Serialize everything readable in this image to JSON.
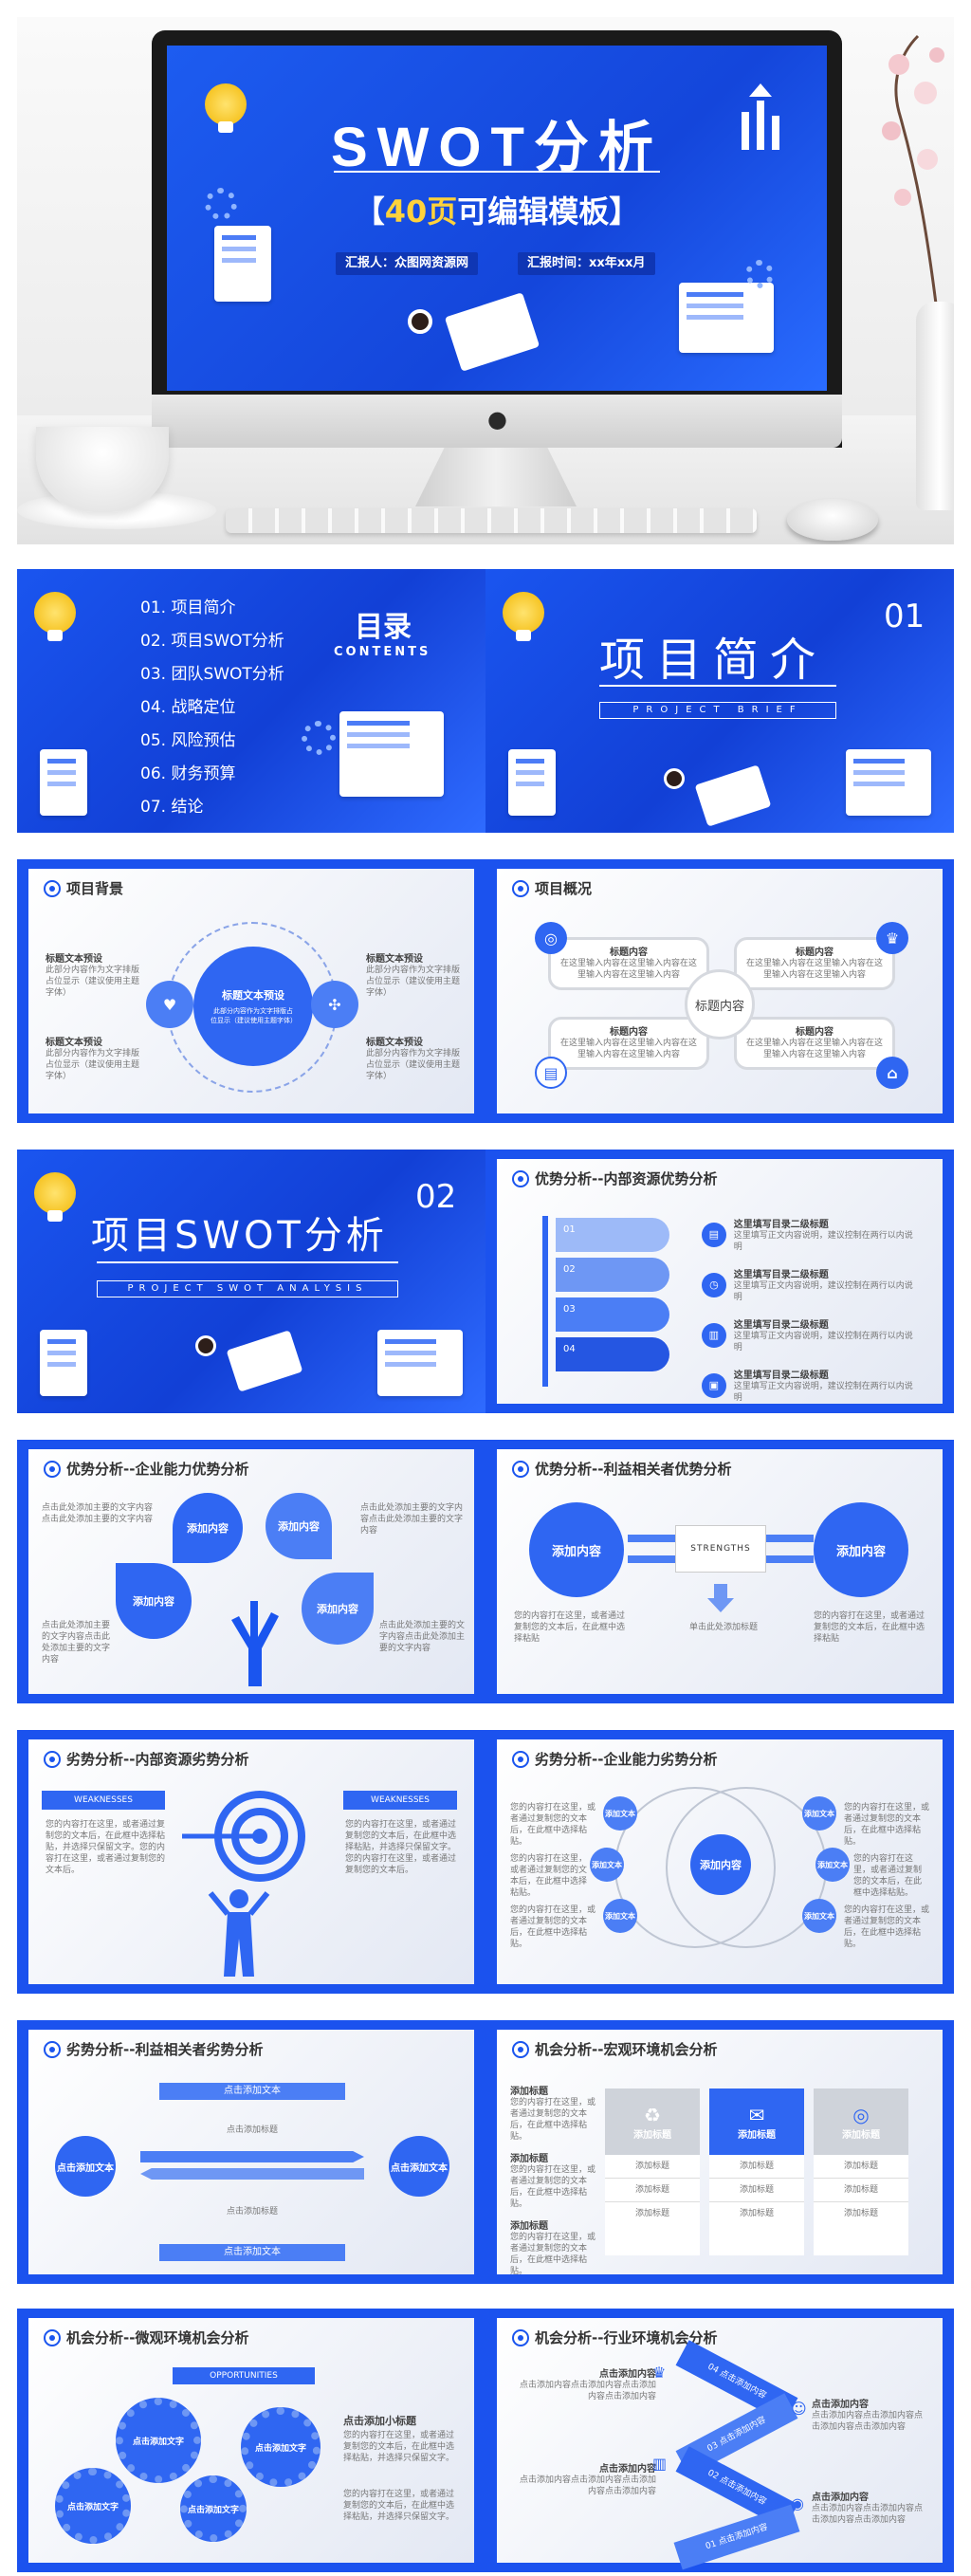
{
  "hero": {
    "title": "SWOT分析",
    "sub_prefix": "【",
    "sub_num": "40页",
    "sub_suffix": "可编辑模板】",
    "reporter": "汇报人：众图网资源网",
    "report_time": "汇报时间：xx年xx月"
  },
  "toc": {
    "items": [
      "01. 项目简介",
      "02. 项目SWOT分析",
      "03. 团队SWOT分析",
      "04. 战略定位",
      "05. 风险预估",
      "06. 财务预算",
      "07. 结论"
    ],
    "title": "目录",
    "subtitle": "CONTENTS"
  },
  "section1": {
    "num": "01",
    "title": "项目简介",
    "en": "PROJECT BRIEF"
  },
  "section2": {
    "num": "02",
    "title": "项目SWOT分析",
    "en": "PROJECT SWOT ANALYSIS"
  },
  "s_background": {
    "title": "项目背景",
    "center": "标题文本预设",
    "center_text": "此部分内容作为文字排版占位显示（建议使用主题字体）",
    "blocks": [
      {
        "head": "标题文本预设",
        "text": "此部分内容作为文字排版占位显示（建议使用主题字体）"
      },
      {
        "head": "标题文本预设",
        "text": "此部分内容作为文字排版占位显示（建议使用主题字体）"
      },
      {
        "head": "标题文本预设",
        "text": "此部分内容作为文字排版占位显示（建议使用主题字体）"
      },
      {
        "head": "标题文本预设",
        "text": "此部分内容作为文字排版占位显示（建议使用主题字体）"
      }
    ]
  },
  "s_overview": {
    "title": "项目概况",
    "center": "标题内容",
    "cards": [
      {
        "head": "标题内容",
        "text": "在这里输入内容在这里输入内容在这里输入内容在这里输入内容"
      },
      {
        "head": "标题内容",
        "text": "在这里输入内容在这里输入内容在这里输入内容在这里输入内容"
      },
      {
        "head": "标题内容",
        "text": "在这里输入内容在这里输入内容在这里输入内容在这里输入内容"
      },
      {
        "head": "标题内容",
        "text": "在这里输入内容在这里输入内容在这里输入内容在这里输入内容"
      }
    ]
  },
  "s_strength_internal": {
    "title": "优势分析--内部资源优势分析",
    "steps": [
      "01",
      "02",
      "03",
      "04"
    ],
    "items": [
      {
        "head": "这里填写目录二级标题",
        "text": "这里填写正文内容说明，建议控制在两行以内说明"
      },
      {
        "head": "这里填写目录二级标题",
        "text": "这里填写正文内容说明，建议控制在两行以内说明"
      },
      {
        "head": "这里填写目录二级标题",
        "text": "这里填写正文内容说明，建议控制在两行以内说明"
      },
      {
        "head": "这里填写目录二级标题",
        "text": "这里填写正文内容说明，建议控制在两行以内说明"
      }
    ]
  },
  "s_strength_ability": {
    "title": "优势分析--企业能力优势分析",
    "leaves": [
      "添加内容",
      "添加内容",
      "添加内容",
      "添加内容"
    ],
    "note": "点击此处添加主要的文字内容点击此处添加主要的文字内容"
  },
  "s_strength_stake": {
    "title": "优势分析--利益相关者优势分析",
    "left": "添加内容",
    "right": "添加内容",
    "middle": "STRENGTHS",
    "note": "单击此处添加标题",
    "text": "您的内容打在这里，或者通过复制您的文本后，在此框中选择粘贴"
  },
  "s_weak_internal": {
    "title": "劣势分析--内部资源劣势分析",
    "tag": "WEAKNESSES",
    "text": "您的内容打在这里，或者通过复制您的文本后，在此框中选择粘贴，并选择只保留文字。您的内容打在这里，或者通过复制您的文本后。"
  },
  "s_weak_ability": {
    "title": "劣势分析--企业能力劣势分析",
    "center": "添加内容",
    "nodes": [
      "添加文本",
      "添加文本",
      "添加文本",
      "添加文本",
      "添加文本",
      "添加文本"
    ],
    "text": "您的内容打在这里，或者通过复制您的文本后，在此框中选择粘贴。"
  },
  "s_weak_stake": {
    "title": "劣势分析--利益相关者劣势分析",
    "top": "点击添加文本",
    "bottom": "点击添加文本",
    "left": "点击添加文本",
    "right": "点击添加文本",
    "note": "点击添加标题"
  },
  "s_opp_macro": {
    "title": "机会分析--宏观环境机会分析",
    "side_head": "添加标题",
    "side_text": "您的内容打在这里，或者通过复制您的文本后，在此框中选择粘贴。",
    "cols": [
      {
        "head": "添加标题",
        "rows": [
          "添加标题",
          "添加标题",
          "添加标题"
        ]
      },
      {
        "head": "添加标题",
        "rows": [
          "添加标题",
          "添加标题",
          "添加标题"
        ]
      },
      {
        "head": "添加标题",
        "rows": [
          "添加标题",
          "添加标题",
          "添加标题"
        ]
      }
    ]
  },
  "s_opp_micro": {
    "title": "机会分析--微观环境机会分析",
    "tag": "OPPORTUNITIES",
    "gears": [
      "点击添加文字",
      "点击添加文字",
      "点击添加文字",
      "点击添加文字"
    ],
    "head": "点击添加小标题",
    "text": "您的内容打在这里，或者通过复制您的文本后，在此框中选择粘贴，并选择只保留文字。"
  },
  "s_opp_industry": {
    "title": "机会分析--行业环境机会分析",
    "arrows": [
      "01 点击添加内容",
      "02 点击添加内容",
      "03 点击添加内容",
      "04 点击添加内容"
    ],
    "head": "点击添加内容",
    "text": "点击添加内容点击添加内容点击添加内容点击添加内容"
  },
  "colors": {
    "brand": "#1a55ef",
    "accent": "#ffd23b"
  }
}
